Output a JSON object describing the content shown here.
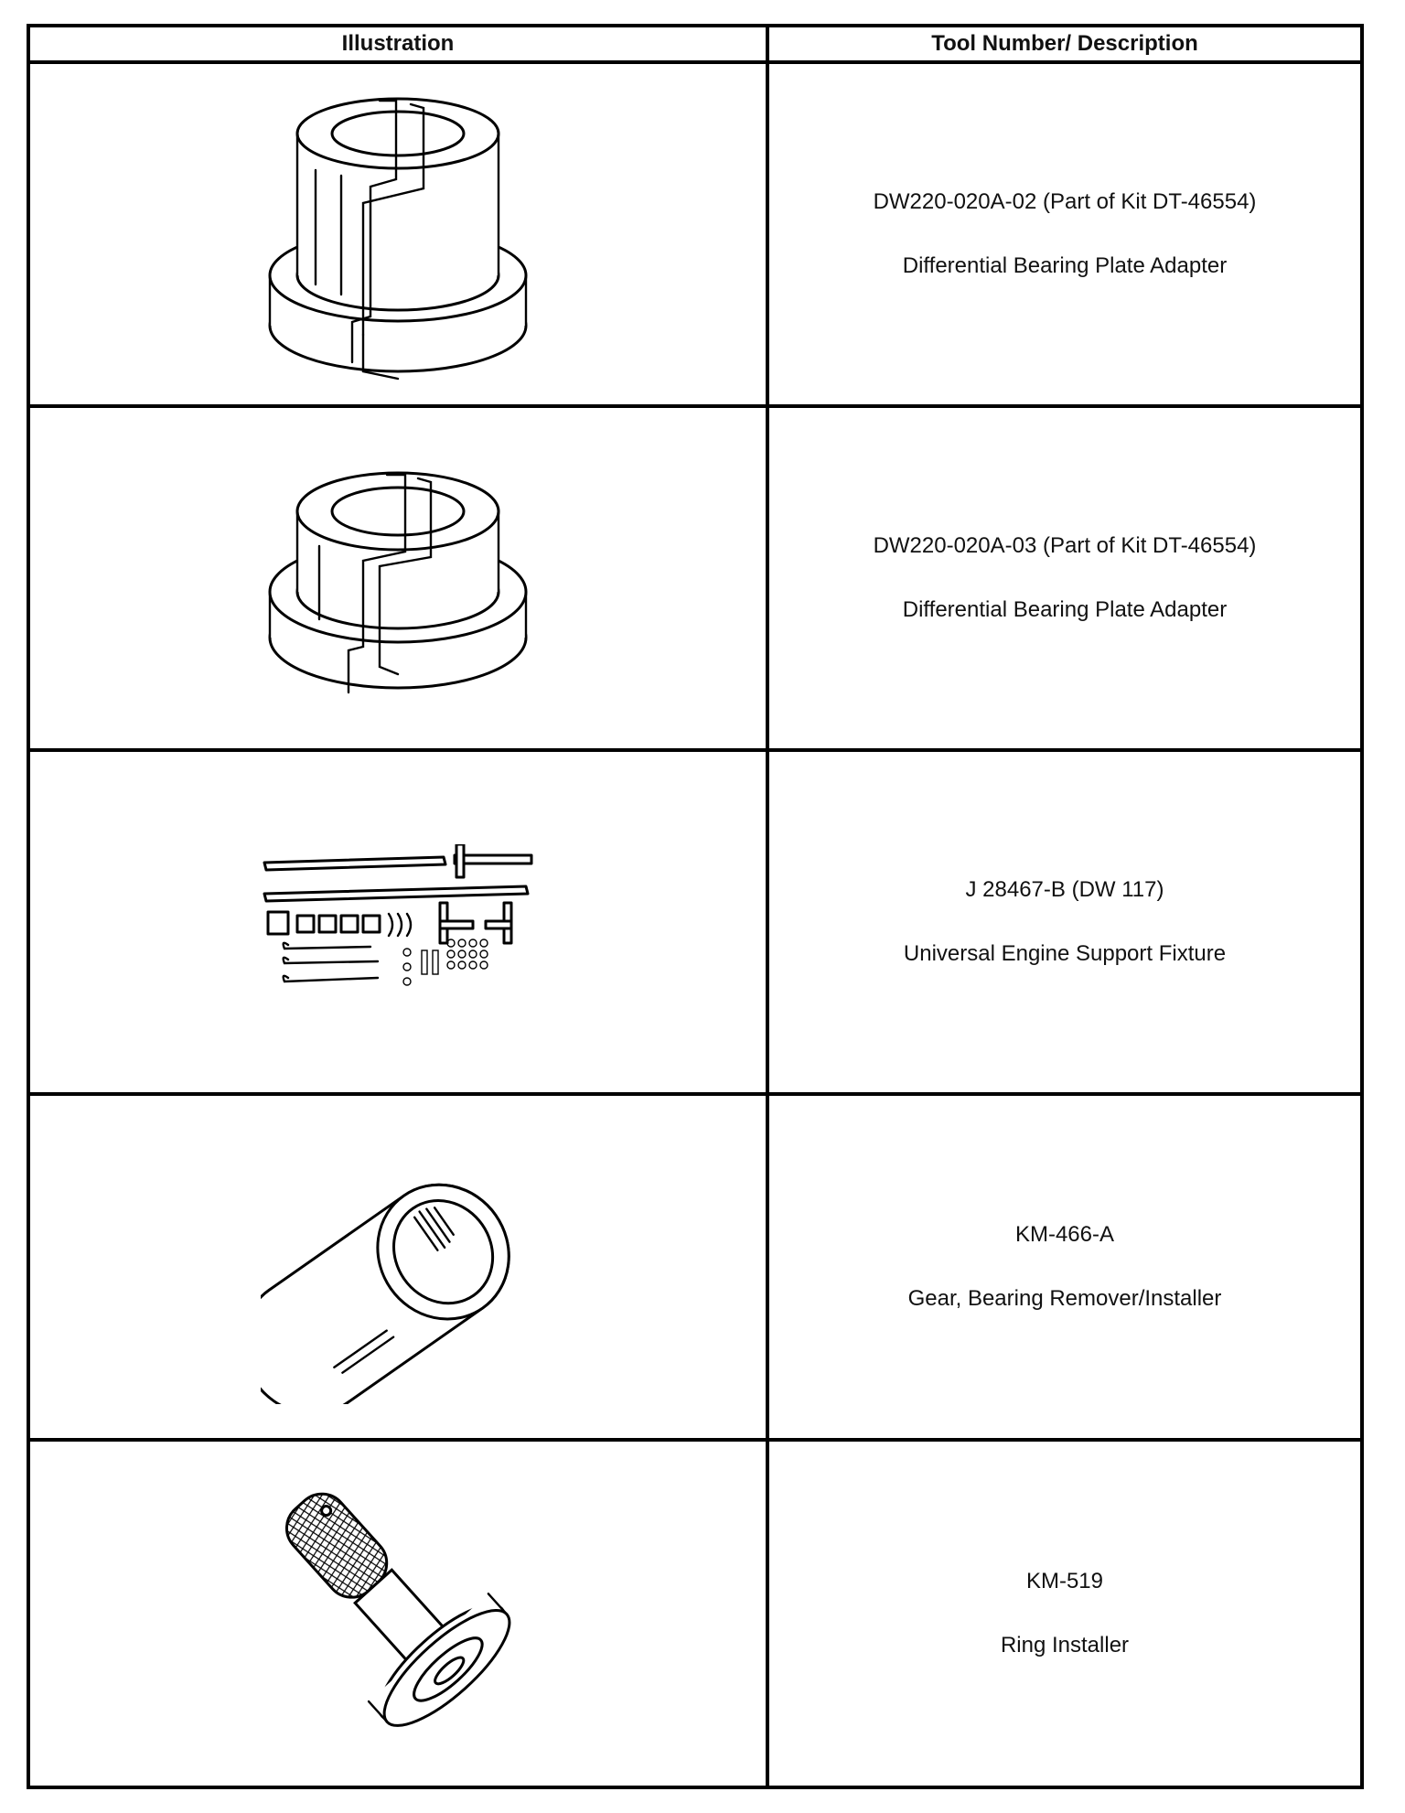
{
  "table": {
    "headers": {
      "illustration": "Illustration",
      "description": "Tool Number/ Description"
    },
    "rows": [
      {
        "tool_number": "DW220-020A-02 (Part of Kit DT-46554)",
        "description": "Differential Bearing Plate Adapter",
        "icon": "split-bearing-adapter-tall-icon"
      },
      {
        "tool_number": "DW220-020A-03 (Part of Kit DT-46554)",
        "description": "Differential Bearing Plate Adapter",
        "icon": "split-bearing-adapter-short-icon"
      },
      {
        "tool_number": "J 28467-B (DW 117)",
        "description": "Universal Engine Support Fixture",
        "icon": "engine-support-fixture-kit-icon"
      },
      {
        "tool_number": "KM-466-A",
        "description": "Gear, Bearing Remover/Installer",
        "icon": "cylinder-sleeve-icon"
      },
      {
        "tool_number": "KM-519",
        "description": "Ring Installer",
        "icon": "knurled-handle-installer-icon"
      }
    ]
  }
}
